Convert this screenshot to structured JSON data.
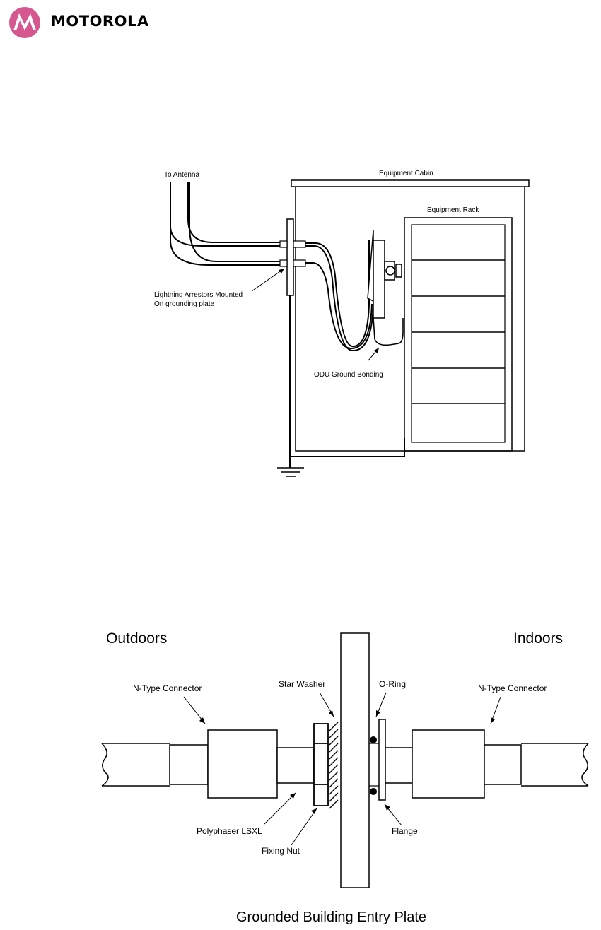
{
  "header": {
    "brand": "MOTOROLA",
    "logo_color": "#d6578f"
  },
  "figure1": {
    "labels": {
      "to_antenna": "To Antenna",
      "equipment_cabin": "Equipment Cabin",
      "equipment_rack": "Equipment Rack",
      "arrestors_line1": "Lightning Arrestors Mounted",
      "arrestors_line2": "On grounding plate",
      "odu_ground": "ODU Ground Bonding"
    }
  },
  "figure2": {
    "labels": {
      "outdoors": "Outdoors",
      "indoors": "Indoors",
      "ntype_left": "N-Type Connector",
      "ntype_right": "N-Type Connector",
      "star_washer": "Star Washer",
      "o_ring": "O-Ring",
      "polyphaser": "Polyphaser LSXL",
      "fixing_nut": "Fixing Nut",
      "flange": "Flange",
      "plate": "Grounded Building Entry Plate"
    }
  }
}
